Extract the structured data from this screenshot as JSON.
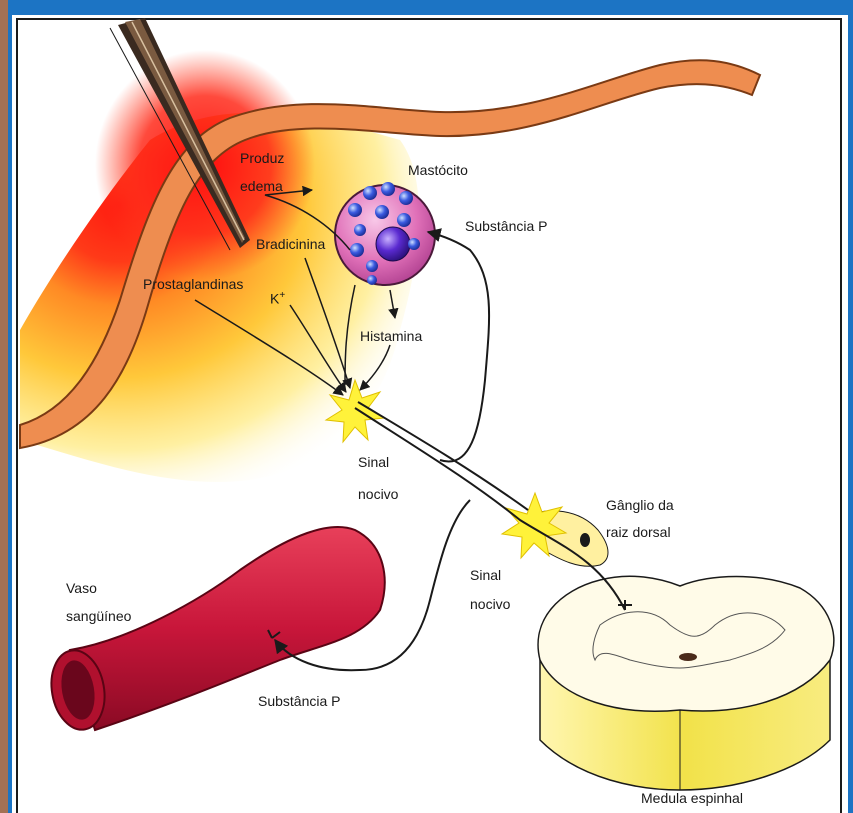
{
  "labels": {
    "produz": "Produz",
    "edema": "edema",
    "mastocito": "Mastócito",
    "substancia_p_top": "Substância P",
    "bradicinina": "Bradicinina",
    "prostaglandinas": "Prostaglandinas",
    "k": "K",
    "k_sup": "+",
    "histamina": "Histamina",
    "sinal_1": "Sinal",
    "nocivo_1": "nocivo",
    "ganglio_1": "Gânglio da",
    "ganglio_2": "raiz dorsal",
    "sinal_2": "Sinal",
    "nocivo_2": "nocivo",
    "vaso_1": "Vaso",
    "vaso_2": "sangüíneo",
    "substancia_p_bottom": "Substância P",
    "medula": "Medula espinhal"
  },
  "colors": {
    "frame_blue": "#1c74c4",
    "frame_brown": "#a37155",
    "skin": "#e8864a",
    "inflammation_red": "#ff2a1a",
    "inflammation_yellow": "#ffd23a",
    "vessel": "#c8163a",
    "mast_cell": "#e070b8",
    "nerve": "#1a1a1a",
    "spinal_cord_yellow": "#f2e24a"
  }
}
